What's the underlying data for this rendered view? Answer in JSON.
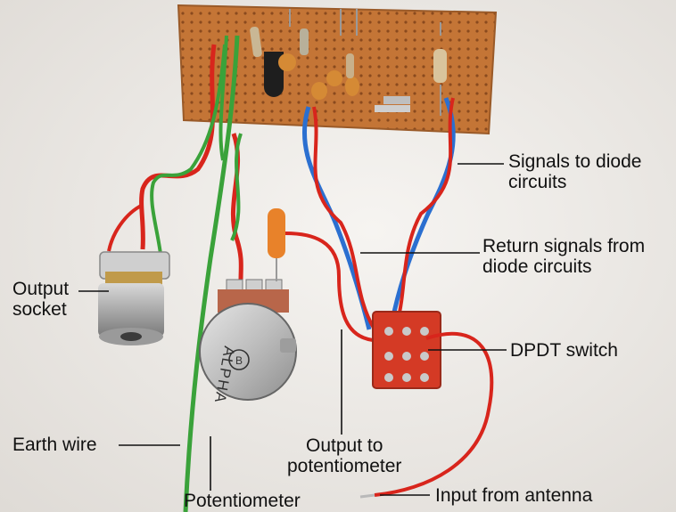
{
  "photo": {
    "subject": "circuit-board-with-components-and-wires"
  },
  "labels": {
    "signals_to_diode": {
      "line1": "Signals to diode",
      "line2": "circuits"
    },
    "return_signals": {
      "line1": "Return signals from",
      "line2": "diode circuits"
    },
    "output_socket": {
      "line1": "Output",
      "line2": "socket"
    },
    "dpdt_switch": {
      "text": "DPDT switch"
    },
    "earth_wire": {
      "text": "Earth wire"
    },
    "output_to_pot": {
      "line1": "Output to",
      "line2": "potentiometer"
    },
    "potentiometer": {
      "text": "Potentiometer"
    },
    "input_antenna": {
      "text": "Input from antenna"
    }
  },
  "component_marks": {
    "pot_brand": "ALPHA",
    "pot_marking": "B"
  },
  "colors": {
    "board": "#c8793a",
    "wire_red": "#d8251c",
    "wire_green": "#3aa23a",
    "wire_blue": "#2b6fd0",
    "switch_body": "#d43a25",
    "capacitor_orange": "#e8822a",
    "background": "#efece8"
  }
}
